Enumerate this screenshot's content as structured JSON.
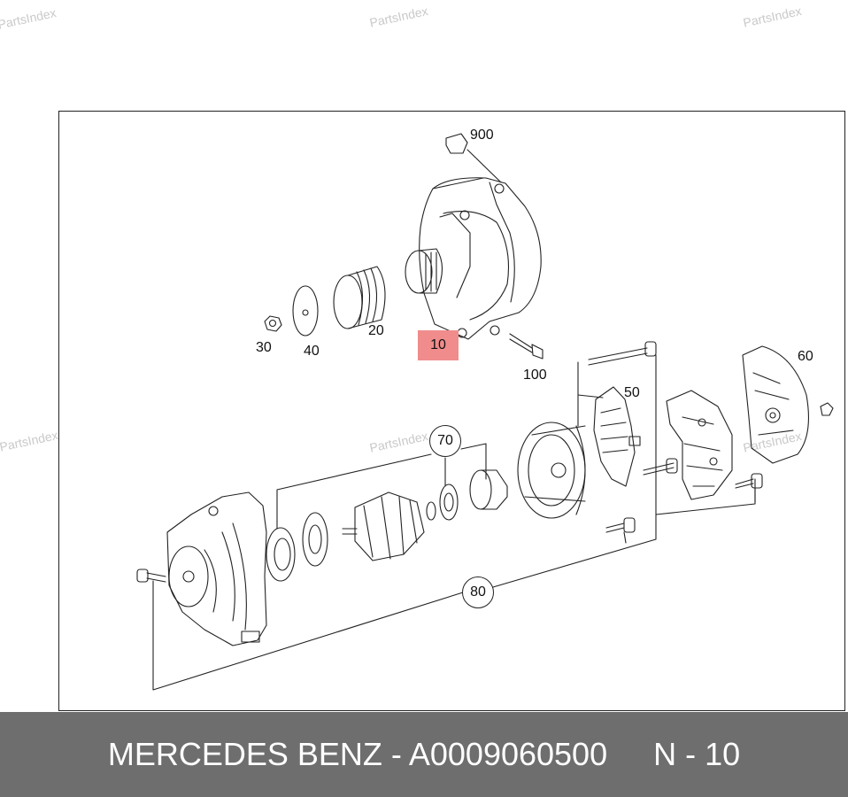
{
  "watermarks": [
    "PartsIndex",
    "PartsIndex",
    "PartsIndex",
    "PartsIndex",
    "PartsIndex",
    "PartsIndex"
  ],
  "parts": {
    "p900": "900",
    "p10": "10",
    "p20": "20",
    "p30": "30",
    "p40": "40",
    "p100": "100",
    "p50": "50",
    "p60": "60",
    "p70": "70",
    "p80": "80"
  },
  "highlighted_part": "10",
  "footer": {
    "brand_part": "MERCEDES BENZ - A0009060500",
    "position": "N - 10"
  },
  "colors": {
    "footer_bg": "#6e6e6e",
    "highlight": "#f08c8c",
    "watermark": "#c9c9c9"
  }
}
